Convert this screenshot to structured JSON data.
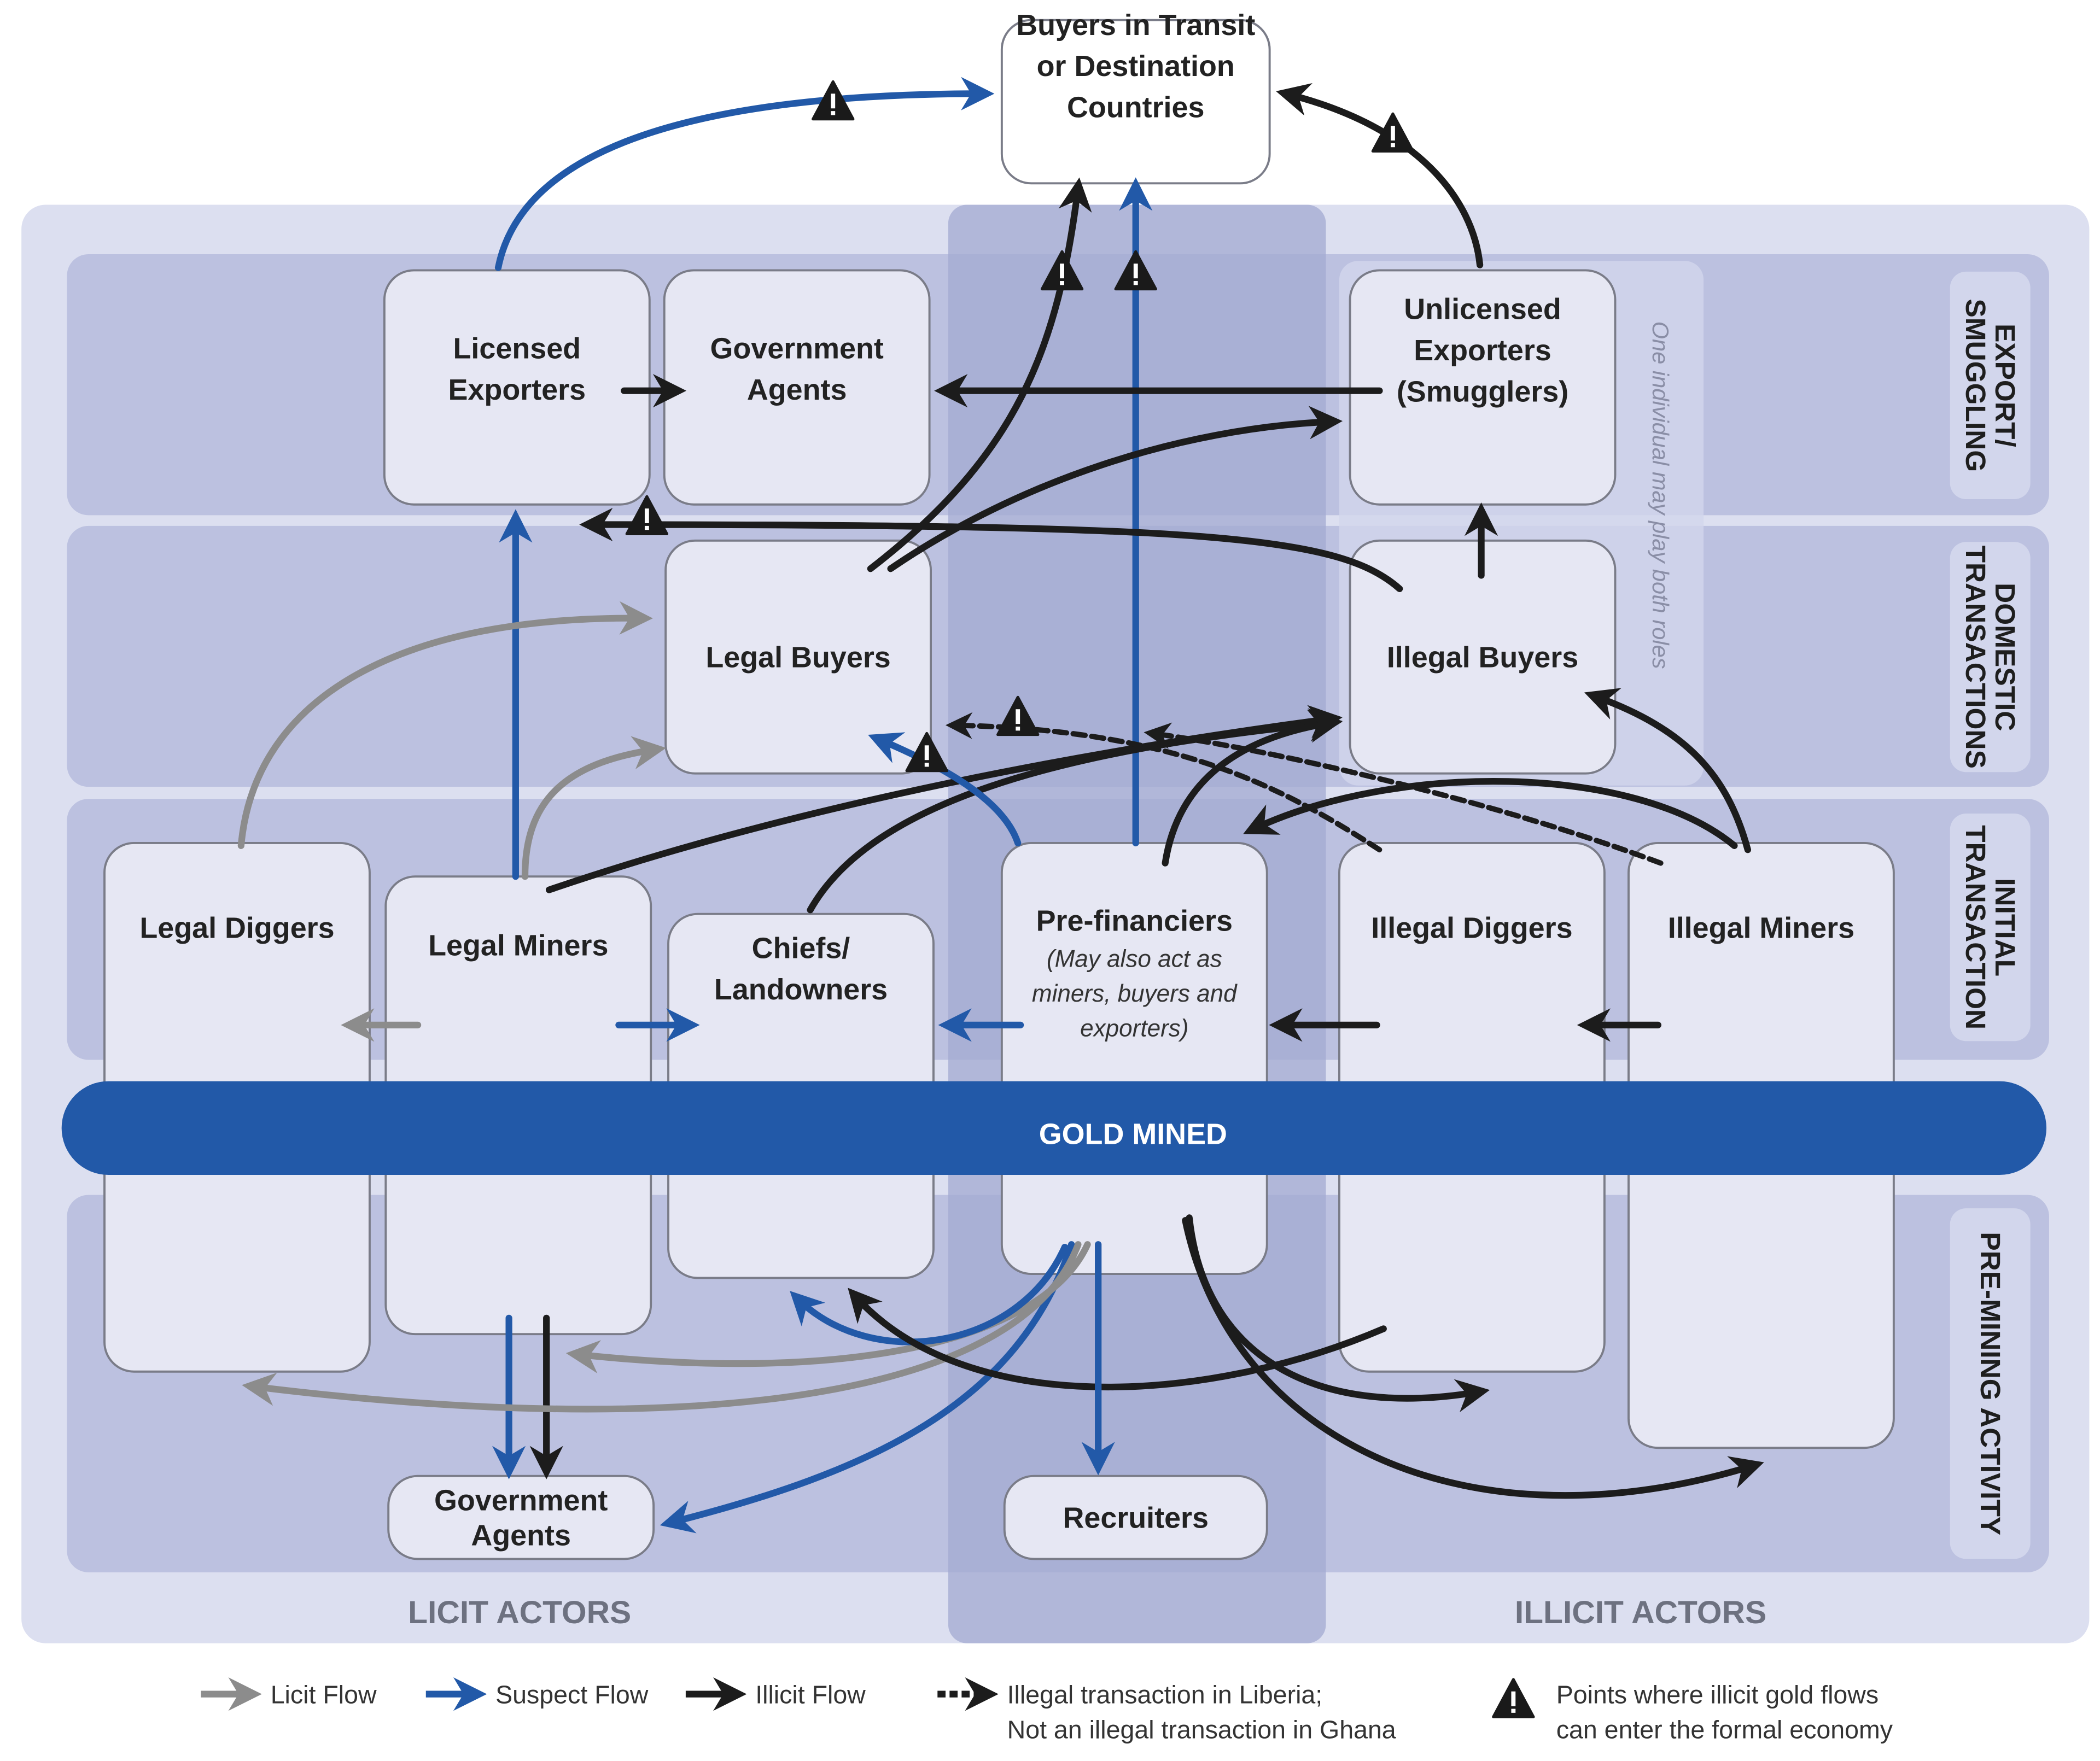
{
  "diagram": {
    "gold_mined_label": "GOLD MINED",
    "row_labels": [
      {
        "id": "export",
        "lines": [
          "EXPORT/",
          "SMUGGLING"
        ]
      },
      {
        "id": "domestic",
        "lines": [
          "DOMESTIC",
          "TRANSACTIONS"
        ]
      },
      {
        "id": "initial",
        "lines": [
          "INITIAL",
          "TRANSACTION"
        ]
      },
      {
        "id": "premining",
        "lines": [
          "PRE-MINING ACTIVITY"
        ]
      }
    ],
    "actor_labels": {
      "licit": "LICIT ACTORS",
      "illicit": "ILLICIT ACTORS"
    },
    "side_note": "One individual may play both roles",
    "nodes": [
      {
        "id": "buyers_transit",
        "lines": [
          "Buyers in Transit",
          "or Destination",
          "Countries"
        ]
      },
      {
        "id": "licensed_exporters",
        "lines": [
          "Licensed",
          "Exporters"
        ]
      },
      {
        "id": "gov_agents_top",
        "lines": [
          "Government",
          "Agents"
        ]
      },
      {
        "id": "unlicensed_exporters",
        "lines": [
          "Unlicensed",
          "Exporters",
          "(Smugglers)"
        ]
      },
      {
        "id": "legal_buyers",
        "lines": [
          "Legal Buyers"
        ]
      },
      {
        "id": "illegal_buyers",
        "lines": [
          "Illegal Buyers"
        ]
      },
      {
        "id": "legal_diggers",
        "lines": [
          "Legal Diggers"
        ]
      },
      {
        "id": "legal_miners",
        "lines": [
          "Legal Miners"
        ]
      },
      {
        "id": "chiefs",
        "lines": [
          "Chiefs/",
          "Landowners"
        ]
      },
      {
        "id": "prefinanciers",
        "lines": [
          "Pre-financiers"
        ],
        "sub": [
          "(May also act as",
          "miners, buyers and",
          "exporters)"
        ]
      },
      {
        "id": "illegal_diggers",
        "lines": [
          "Illegal Diggers"
        ]
      },
      {
        "id": "illegal_miners",
        "lines": [
          "Illegal Miners"
        ]
      },
      {
        "id": "gov_agents_bottom",
        "lines": [
          "Government",
          "Agents"
        ]
      },
      {
        "id": "recruiters",
        "lines": [
          "Recruiters"
        ]
      }
    ],
    "flows": [
      {
        "from": "licensed_exporters",
        "to": "buyers_transit",
        "type": "suspect",
        "warning": true
      },
      {
        "from": "unlicensed_exporters",
        "to": "buyers_transit",
        "type": "illicit",
        "warning": true
      },
      {
        "from": "legal_buyers",
        "to": "buyers_transit",
        "type": "illicit",
        "warning": true
      },
      {
        "from": "prefinanciers",
        "to": "buyers_transit",
        "type": "suspect",
        "warning": true
      },
      {
        "from": "licensed_exporters",
        "to": "gov_agents_top",
        "type": "illicit",
        "warning": false
      },
      {
        "from": "unlicensed_exporters",
        "to": "gov_agents_top",
        "type": "illicit",
        "warning": false
      },
      {
        "from": "legal_buyers",
        "to": "unlicensed_exporters",
        "type": "illicit",
        "warning": false
      },
      {
        "from": "illegal_buyers",
        "to": "licensed_exporters",
        "type": "illicit",
        "warning": true
      },
      {
        "from": "illegal_buyers",
        "to": "unlicensed_exporters",
        "type": "illicit",
        "warning": false
      },
      {
        "from": "legal_miners",
        "to": "licensed_exporters",
        "type": "suspect",
        "warning": false
      },
      {
        "from": "legal_diggers",
        "to": "legal_buyers",
        "type": "licit",
        "warning": false
      },
      {
        "from": "legal_miners",
        "to": "legal_buyers",
        "type": "licit",
        "warning": false
      },
      {
        "from": "legal_miners",
        "to": "illegal_buyers",
        "type": "illicit",
        "warning": false
      },
      {
        "from": "chiefs",
        "to": "illegal_buyers",
        "type": "illicit",
        "warning": false
      },
      {
        "from": "prefinanciers",
        "to": "legal_buyers",
        "type": "suspect",
        "warning": true
      },
      {
        "from": "illegal_diggers",
        "to": "legal_buyers",
        "type": "dashed",
        "warning": true
      },
      {
        "from": "illegal_miners",
        "to": "legal_buyers",
        "type": "dashed",
        "warning": false
      },
      {
        "from": "prefinanciers",
        "to": "illegal_buyers",
        "type": "illicit",
        "warning": false
      },
      {
        "from": "illegal_miners",
        "to": "illegal_buyers",
        "type": "illicit",
        "warning": false
      },
      {
        "from": "illegal_miners",
        "to": "illegal_diggers",
        "type": "illicit",
        "warning": false
      },
      {
        "from": "legal_miners",
        "to": "legal_diggers",
        "type": "licit",
        "warning": false
      },
      {
        "from": "legal_miners",
        "to": "chiefs",
        "type": "suspect",
        "warning": false
      },
      {
        "from": "prefinanciers",
        "to": "chiefs",
        "type": "suspect",
        "warning": false
      },
      {
        "from": "illegal_diggers",
        "to": "prefinanciers",
        "type": "illicit",
        "warning": false
      },
      {
        "from": "illegal_miners",
        "to": "illegal_diggers",
        "type": "illicit",
        "warning": false
      },
      {
        "from": "legal_miners",
        "to": "gov_agents_bottom",
        "type": "suspect",
        "warning": false
      },
      {
        "from": "legal_miners",
        "to": "gov_agents_bottom",
        "type": "illicit",
        "warning": false
      },
      {
        "from": "prefinanciers",
        "to": "gov_agents_bottom",
        "type": "suspect",
        "warning": false
      },
      {
        "from": "prefinanciers",
        "to": "legal_diggers",
        "type": "licit",
        "warning": false
      },
      {
        "from": "prefinanciers",
        "to": "legal_miners",
        "type": "licit",
        "warning": false
      },
      {
        "from": "prefinanciers",
        "to": "chiefs",
        "type": "suspect",
        "warning": false
      },
      {
        "from": "illegal_diggers",
        "to": "chiefs",
        "type": "illicit",
        "warning": false
      },
      {
        "from": "prefinanciers",
        "to": "recruiters",
        "type": "suspect",
        "warning": false
      },
      {
        "from": "prefinanciers",
        "to": "illegal_diggers",
        "type": "illicit",
        "warning": false
      },
      {
        "from": "prefinanciers",
        "to": "illegal_miners",
        "type": "illicit",
        "warning": false
      }
    ]
  },
  "legend": {
    "items": [
      {
        "type": "licit",
        "label": "Licit Flow"
      },
      {
        "type": "suspect",
        "label": "Suspect Flow"
      },
      {
        "type": "illicit",
        "label": "Illicit Flow"
      },
      {
        "type": "dashed",
        "label_lines": [
          "Illegal transaction in Liberia;",
          "Not an illegal transaction in Ghana"
        ]
      },
      {
        "type": "warning",
        "label_lines": [
          "Points where illicit gold flows",
          "can enter the formal economy"
        ]
      }
    ]
  },
  "colors": {
    "licit": "#8c8c8c",
    "suspect": "#2259a8",
    "illicit": "#1c1c1c",
    "gold_bar": "#2259a8",
    "outer_panel": "#dcdff0",
    "band": "#bcc1e0",
    "center_column": "#a3a9d2",
    "label_tab": "#d2d6ec",
    "node_fill": "#e6e7f3",
    "node_stroke": "#7a7c88"
  }
}
